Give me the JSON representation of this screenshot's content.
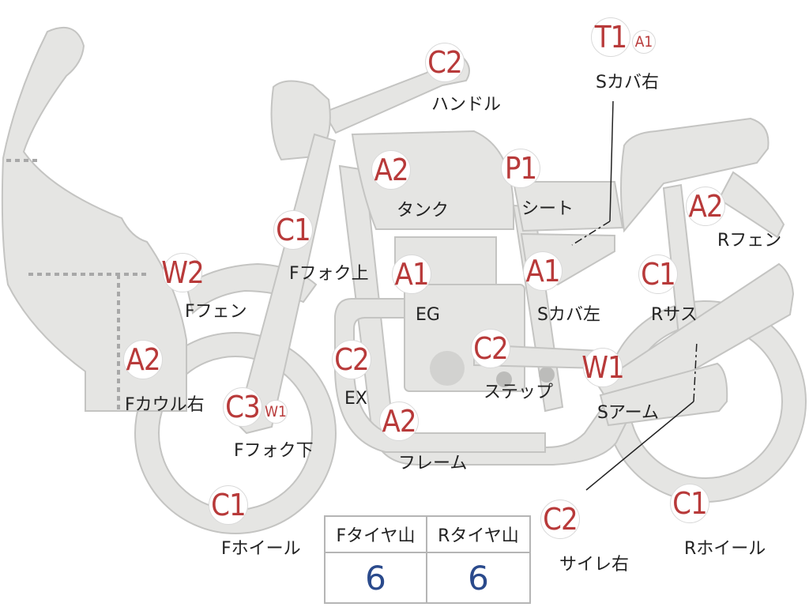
{
  "colors": {
    "part_fill": "#e5e5e3",
    "badge_text": "#b83a3a",
    "tire_value": "#2a4a8c"
  },
  "parts": {
    "handle": {
      "badges": [
        "C2"
      ],
      "label": "ハンドル"
    },
    "side_cover_right": {
      "badges": [
        "T1",
        "A1"
      ],
      "label": "Sカバ右"
    },
    "tank": {
      "badges": [
        "A2"
      ],
      "label": "タンク"
    },
    "seat": {
      "badges": [
        "P1"
      ],
      "label": "シート"
    },
    "rear_fender": {
      "badges": [
        "A2"
      ],
      "label": "Rフェン"
    },
    "front_fork_upper": {
      "badges": [
        "C1"
      ],
      "label": "Fフォク上"
    },
    "front_fender": {
      "badges": [
        "W2"
      ],
      "label": "Fフェン"
    },
    "engine": {
      "badges": [
        "A1"
      ],
      "label": "EG"
    },
    "side_cover_left": {
      "badges": [
        "A1"
      ],
      "label": "Sカバ左"
    },
    "rear_suspension": {
      "badges": [
        "C1"
      ],
      "label": "Rサス"
    },
    "front_cowl_right": {
      "badges": [
        "A2"
      ],
      "label": "Fカウル右"
    },
    "exhaust": {
      "badges": [
        "C2"
      ],
      "label": "EX"
    },
    "step": {
      "badges": [
        "C2"
      ],
      "label": "ステップ"
    },
    "swing_arm": {
      "badges": [
        "W1"
      ],
      "label": "Sアーム"
    },
    "front_fork_lower": {
      "badges": [
        "C3",
        "W1"
      ],
      "label": "Fフォク下"
    },
    "frame": {
      "badges": [
        "A2"
      ],
      "label": "フレーム"
    },
    "front_wheel": {
      "badges": [
        "C1"
      ],
      "label": "Fホイール"
    },
    "silencer_right": {
      "badges": [
        "C2"
      ],
      "label": "サイレ右"
    },
    "rear_wheel": {
      "badges": [
        "C1"
      ],
      "label": "Rホイール"
    }
  },
  "tire_table": {
    "front_header": "Fタイヤ山",
    "rear_header": "Rタイヤ山",
    "front_value": "6",
    "rear_value": "6"
  }
}
